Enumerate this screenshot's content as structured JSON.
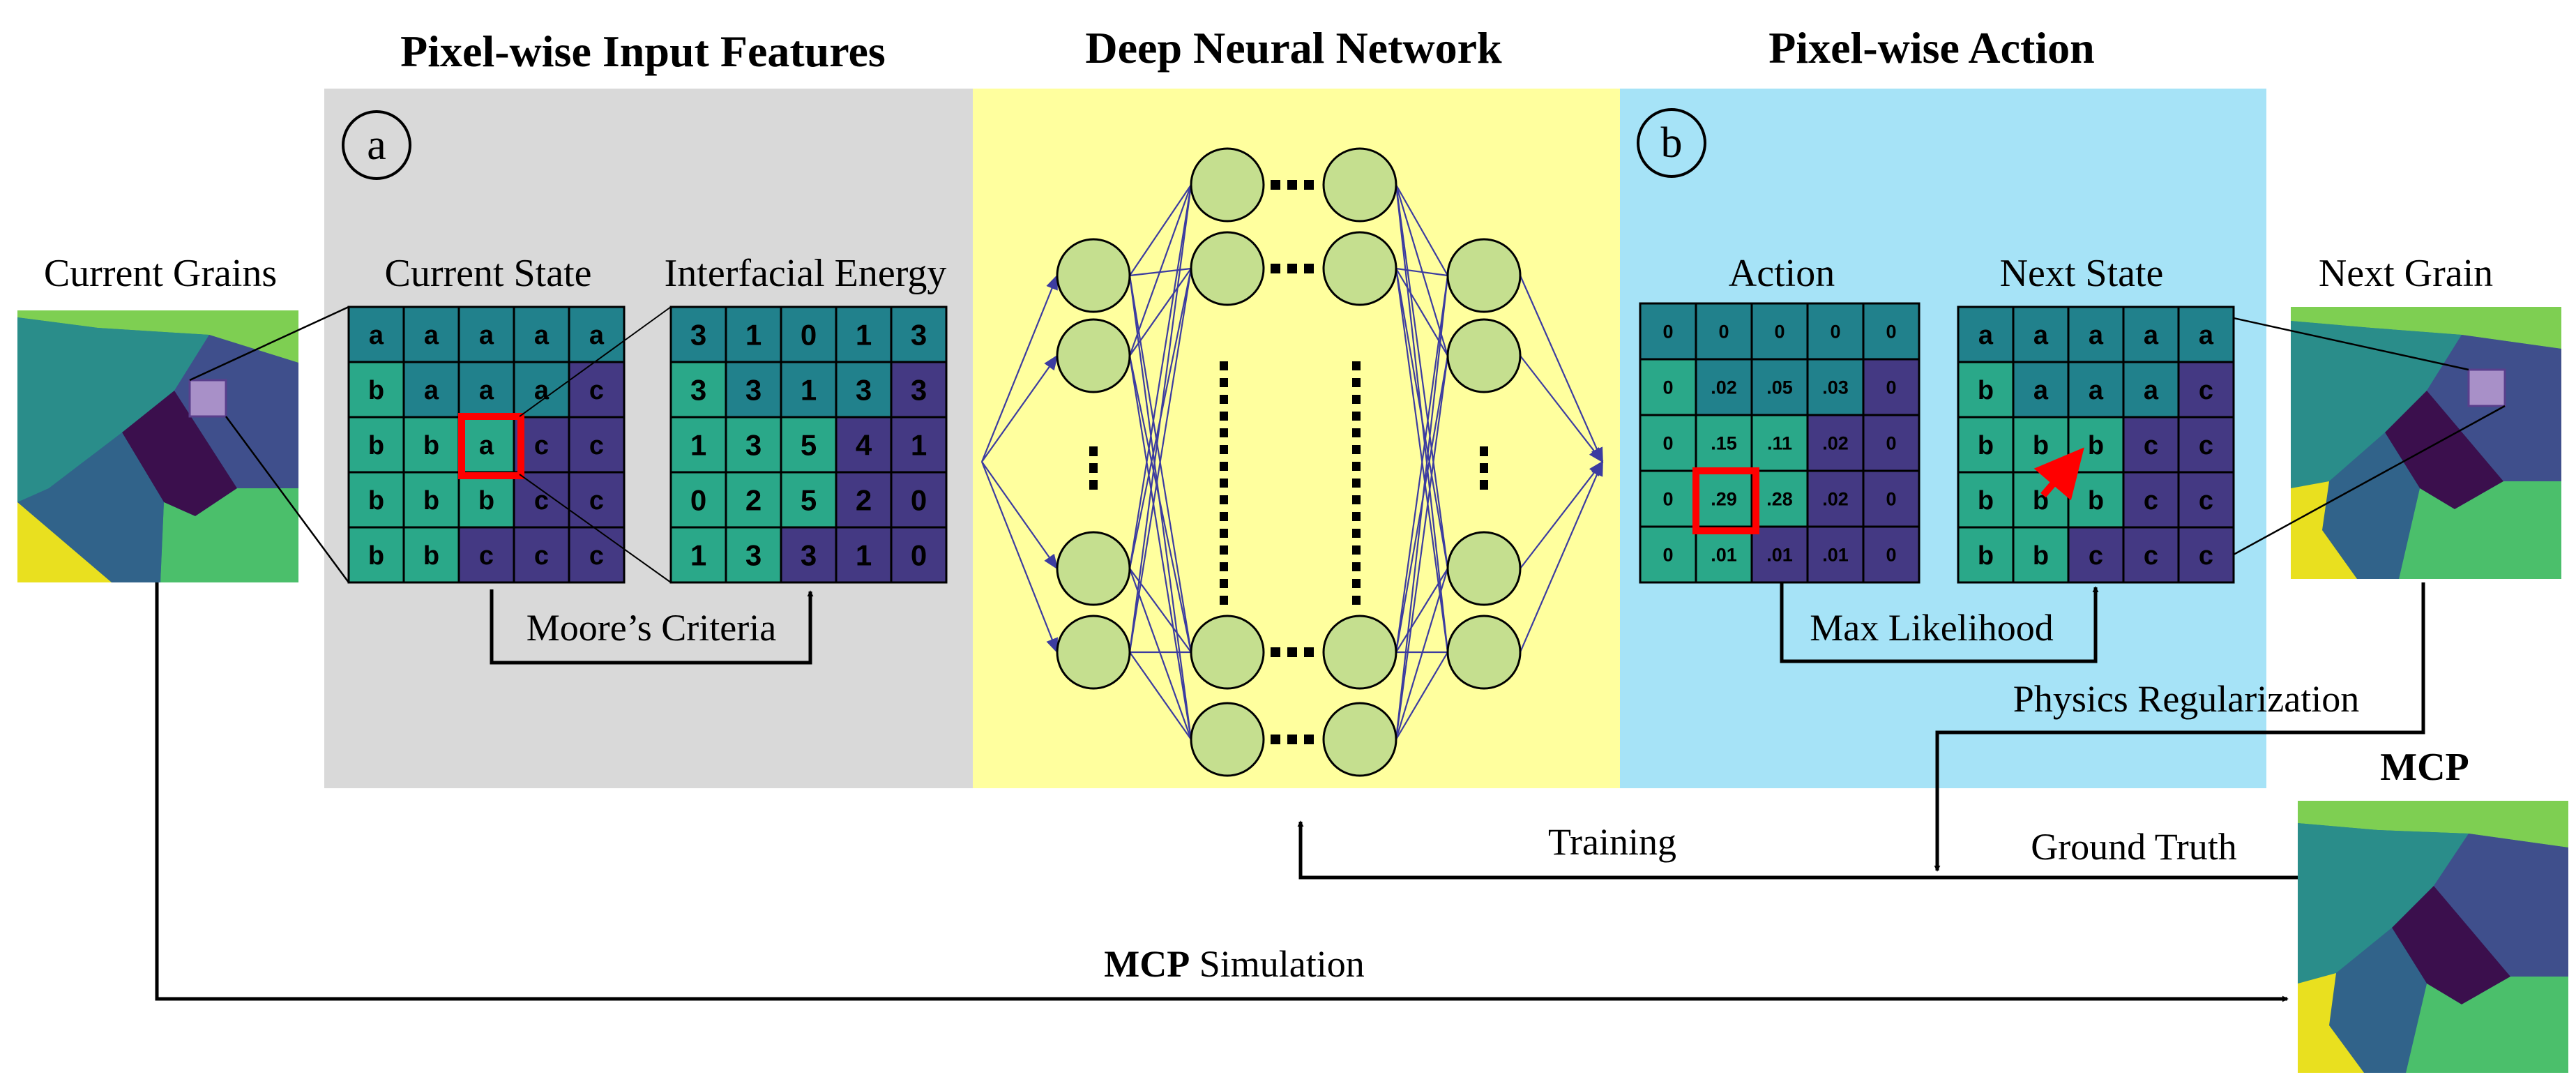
{
  "sections": {
    "features": {
      "heading": "Pixel-wise Input Features",
      "badge": "a"
    },
    "network": {
      "heading": "Deep Neural Network"
    },
    "action": {
      "heading": "Pixel-wise Action",
      "badge": "b"
    }
  },
  "labels": {
    "current_grains": "Current Grains",
    "current_state": "Current State",
    "interfacial_energy": "Interfacial  Energy",
    "action": "Action",
    "next_state": "Next State",
    "next_grain": "Next Grain",
    "moores_criteria": "Moore’s Criteria",
    "max_likelihood": "Max Likelihood",
    "physics_regularization": "Physics  Regularization",
    "mcp": "MCP",
    "training": "Training",
    "ground_truth": "Ground  Truth",
    "mcp_simulation_a": "MCP",
    "mcp_simulation_b": " Simulation"
  },
  "colors": {
    "gray_panel": "#d9d9d9",
    "yellow_panel": "#ffff9e",
    "blue_panel": "#a6e3f7",
    "cell_a": "#21818c",
    "cell_b": "#2aa889",
    "cell_c": "#443983",
    "highlight": "#ff0000",
    "node": "#c5df8f",
    "edge": "#3c3ca0"
  },
  "grids": {
    "current_state": [
      [
        "a",
        "a",
        "a",
        "a",
        "a"
      ],
      [
        "b",
        "a",
        "a",
        "a",
        "c"
      ],
      [
        "b",
        "b",
        "a",
        "c",
        "c"
      ],
      [
        "b",
        "b",
        "b",
        "c",
        "c"
      ],
      [
        "b",
        "b",
        "c",
        "c",
        "c"
      ]
    ],
    "interfacial_energy": [
      [
        "3",
        "1",
        "0",
        "1",
        "3"
      ],
      [
        "3",
        "3",
        "1",
        "3",
        "3"
      ],
      [
        "1",
        "3",
        "5",
        "4",
        "1"
      ],
      [
        "0",
        "2",
        "5",
        "2",
        "0"
      ],
      [
        "1",
        "3",
        "3",
        "1",
        "0"
      ]
    ],
    "action": [
      [
        "0",
        "0",
        "0",
        "0",
        "0"
      ],
      [
        "0",
        ".02",
        ".05",
        ".03",
        "0"
      ],
      [
        "0",
        ".15",
        ".11",
        ".02",
        "0"
      ],
      [
        "0",
        ".29",
        ".28",
        ".02",
        "0"
      ],
      [
        "0",
        ".01",
        ".01",
        ".01",
        "0"
      ]
    ],
    "next_state": [
      [
        "a",
        "a",
        "a",
        "a",
        "a"
      ],
      [
        "b",
        "a",
        "a",
        "a",
        "c"
      ],
      [
        "b",
        "b",
        "b",
        "c",
        "c"
      ],
      [
        "b",
        "b",
        "b",
        "c",
        "c"
      ],
      [
        "b",
        "b",
        "c",
        "c",
        "c"
      ]
    ]
  },
  "grid_colors": {
    "current_state": [
      [
        "a",
        "a",
        "a",
        "a",
        "a"
      ],
      [
        "b",
        "a",
        "a",
        "a",
        "c"
      ],
      [
        "b",
        "b",
        "b",
        "c",
        "c"
      ],
      [
        "b",
        "b",
        "b",
        "c",
        "c"
      ],
      [
        "b",
        "b",
        "c",
        "c",
        "c"
      ]
    ],
    "interfacial_energy": [
      [
        "a",
        "a",
        "a",
        "a",
        "a"
      ],
      [
        "b",
        "a",
        "a",
        "a",
        "c"
      ],
      [
        "b",
        "b",
        "b",
        "c",
        "c"
      ],
      [
        "b",
        "b",
        "b",
        "c",
        "c"
      ],
      [
        "b",
        "b",
        "c",
        "c",
        "c"
      ]
    ],
    "action": [
      [
        "a",
        "a",
        "a",
        "a",
        "a"
      ],
      [
        "b",
        "a",
        "a",
        "a",
        "c"
      ],
      [
        "b",
        "b",
        "b",
        "c",
        "c"
      ],
      [
        "b",
        "b",
        "b",
        "c",
        "c"
      ],
      [
        "b",
        "b",
        "c",
        "c",
        "c"
      ]
    ],
    "next_state": [
      [
        "a",
        "a",
        "a",
        "a",
        "a"
      ],
      [
        "b",
        "a",
        "a",
        "a",
        "c"
      ],
      [
        "b",
        "b",
        "b",
        "c",
        "c"
      ],
      [
        "b",
        "b",
        "b",
        "c",
        "c"
      ],
      [
        "b",
        "b",
        "c",
        "c",
        "c"
      ]
    ]
  }
}
